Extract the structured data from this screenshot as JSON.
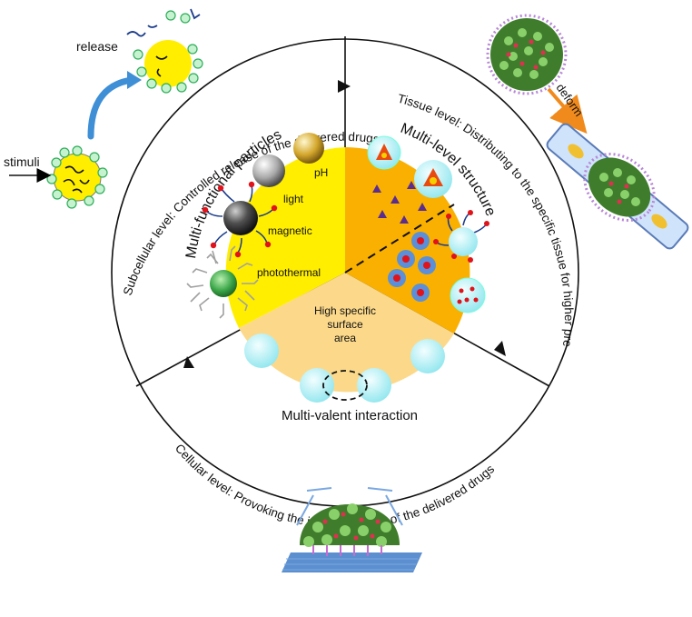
{
  "ring_labels": {
    "subcellular": "Subcellular level: Controlled release of the delivered drugs",
    "tissue": "Tissue level: Distributing to the specific tissue for higher precision",
    "cellular": "Cellular level: Provoking the internalizations of the delivered drugs"
  },
  "sections": {
    "multifunctional": "Multi-functional particles",
    "multilevel": "Multi-level structure",
    "multivalent": "Multi-valent interaction",
    "surface_line1": "High specific",
    "surface_line2": "surface",
    "surface_line3": "area"
  },
  "stimuli_types": {
    "ph": "pH",
    "light": "light",
    "magnetic": "magnetic",
    "photothermal": "photothermal"
  },
  "side_labels": {
    "release": "release",
    "stimuli": "stimuli",
    "deform": "deform"
  },
  "colors": {
    "yellow": "#ffee00",
    "orange": "#f9b000",
    "peach": "#fcd98a",
    "cyan": "#c4f4f7",
    "green": "#2eae5a",
    "purple": "#6a3fa0"
  }
}
